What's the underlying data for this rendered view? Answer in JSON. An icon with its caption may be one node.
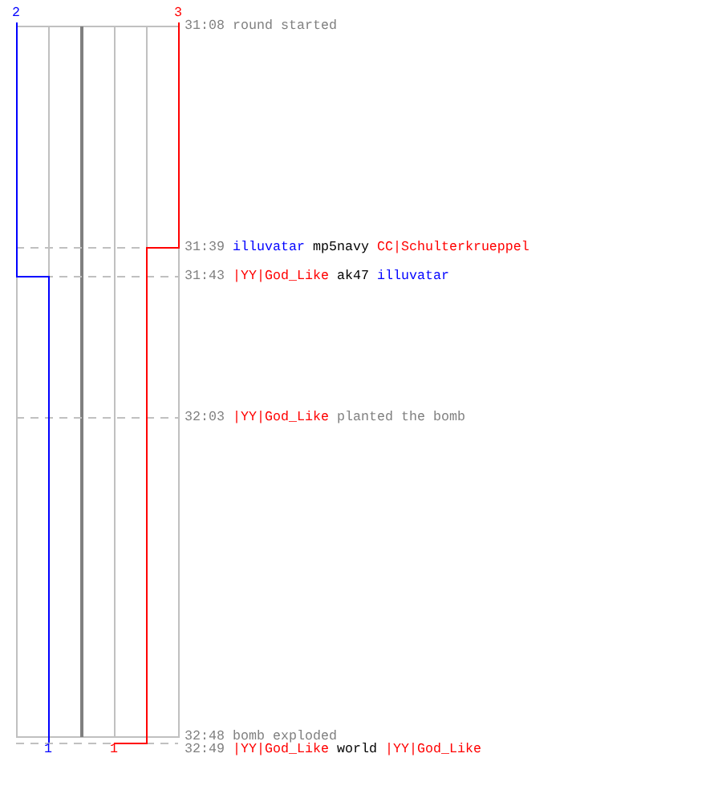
{
  "diagram": {
    "labels": [
      "2",
      "3",
      "31:08",
      "round started",
      "31:39",
      "illuvatar",
      "mp5navy",
      "CC|Schulterkrueppel",
      "31:43",
      "|YY|God_Like",
      "ak47",
      "illuvatar",
      "32:03",
      "|YY|God_Like",
      "planted the bomb",
      "32:48",
      "bomb exploded",
      "1",
      "1",
      "32:49",
      "|YY|God_Like",
      "world",
      "|YY|God_Like"
    ]
  }
}
